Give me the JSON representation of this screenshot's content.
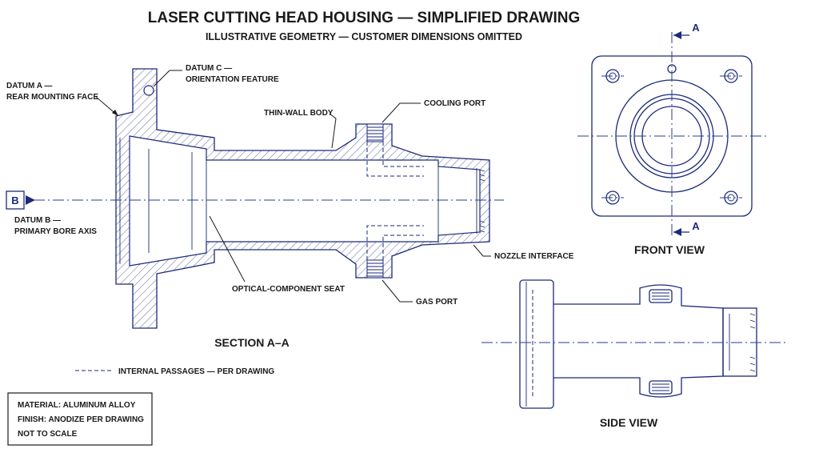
{
  "title": "LASER CUTTING HEAD HOUSING — SIMPLIFIED DRAWING",
  "subtitle": "ILLUSTRATIVE GEOMETRY — CUSTOMER DIMENSIONS OMITTED",
  "labels": {
    "datum_a_1": "DATUM A —",
    "datum_a_2": "REAR MOUNTING FACE",
    "datum_b_1": "DATUM B —",
    "datum_b_2": "PRIMARY BORE AXIS",
    "datum_c_1": "DATUM C —",
    "datum_c_2": "ORIENTATION FEATURE",
    "thin_wall": "THIN-WALL BODY",
    "cooling_port": "COOLING PORT",
    "nozzle_interface": "NOZZLE INTERFACE",
    "optical_seat": "OPTICAL-COMPONENT SEAT",
    "gas_port": "GAS PORT"
  },
  "datum_b_symbol": "B",
  "section_marker": "A",
  "views": {
    "section": "SECTION A–A",
    "front": "FRONT VIEW",
    "side": "SIDE VIEW"
  },
  "legend": {
    "hidden_lines": "INTERNAL PASSAGES — PER DRAWING"
  },
  "notes": {
    "material": "MATERIAL: ALUMINUM ALLOY",
    "finish": "FINISH: ANODIZE PER DRAWING",
    "scale": "NOT TO SCALE"
  },
  "colors": {
    "line": "#1c2a78",
    "centerline": "#2a3a9a",
    "text": "#1a1a1a"
  }
}
